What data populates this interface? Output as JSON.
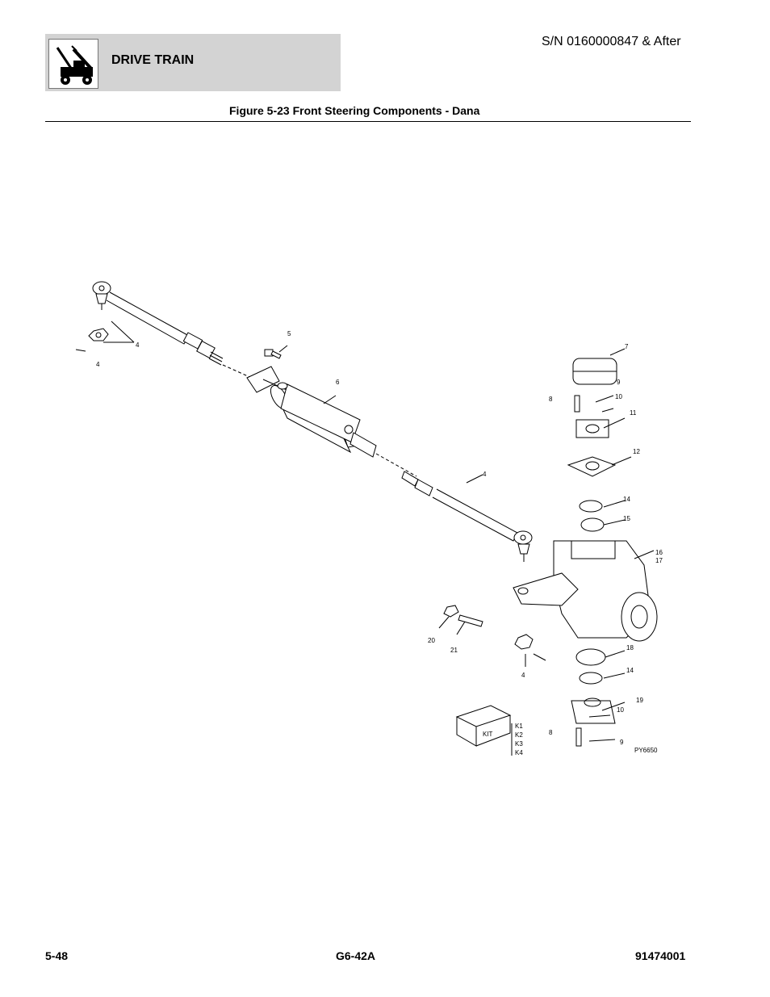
{
  "header": {
    "section_title": "DRIVE TRAIN",
    "serial": "S/N 0160000847 & After",
    "logo_icon": "lift-truck-icon"
  },
  "figure": {
    "title": "Figure 5-23 Front Steering Components - Dana",
    "callouts": {
      "c4a": "4",
      "c4b": "4",
      "c4c": "4",
      "c4d": "4",
      "c5": "5",
      "c6": "6",
      "c7": "7",
      "c8a": "8",
      "c8b": "8",
      "c9a": "9",
      "c9b": "9",
      "c10a": "10",
      "c10b": "10",
      "c11": "11",
      "c12": "12",
      "c14a": "14",
      "c14b": "14",
      "c15": "15",
      "c16": "16",
      "c17": "17",
      "c18": "18",
      "c19": "19",
      "c20": "20",
      "c21": "21",
      "k1": "K1",
      "k2": "K2",
      "k3": "K3",
      "k4": "K4",
      "kit": "KIT",
      "drawing_id": "PY6650"
    }
  },
  "footer": {
    "page": "5-48",
    "model": "G6-42A",
    "doc_number": "91474001"
  }
}
